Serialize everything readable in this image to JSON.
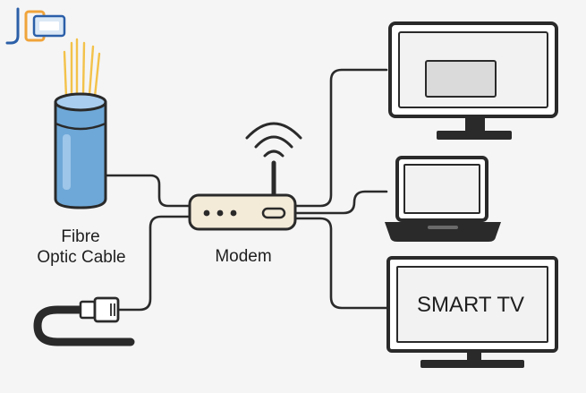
{
  "diagram": {
    "labels": {
      "fibre_line1": "Fibre",
      "fibre_line2": "Optic Cable",
      "modem": "Modem",
      "smart_tv": "SMART TV"
    },
    "icons": {
      "logo": "brand-logo-icon",
      "fibre": "fibre-optic-cable-icon",
      "modem": "modem-icon",
      "wifi": "wifi-signal-icon",
      "ethernet": "ethernet-cable-icon",
      "monitor": "desktop-monitor-icon",
      "laptop": "laptop-icon",
      "tv": "smart-tv-icon"
    },
    "colors": {
      "background": "#f5f5f5",
      "outline": "#2a2a2a",
      "fibre_body": "#6ea8d8",
      "fibre_top": "#a9cdee",
      "fibre_strands": "#f3c24a",
      "modem_body": "#f3ead8",
      "screen": "#f2f2f2",
      "logo_blue": "#2b5fa8",
      "logo_orange": "#f0a43a"
    }
  }
}
